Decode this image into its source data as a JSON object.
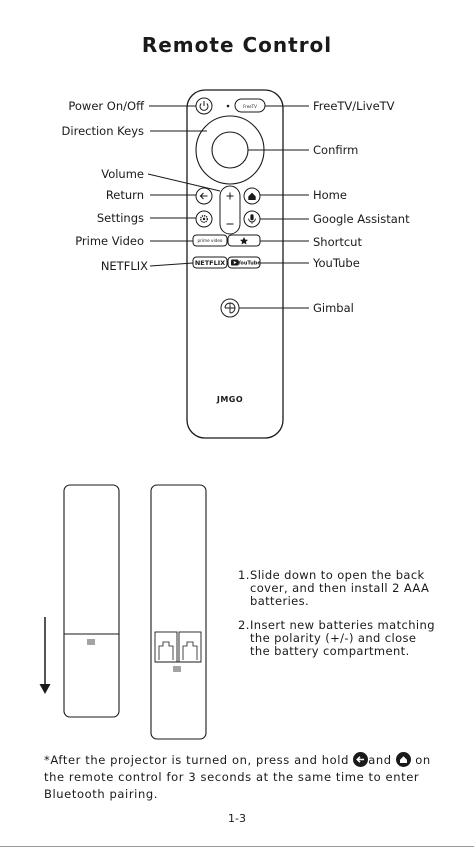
{
  "title": "Remote Control",
  "labels_left": {
    "power": "Power On/Off",
    "direction": "Direction Keys",
    "volume": "Volume",
    "return": "Return",
    "settings": "Settings",
    "prime": "Prime Video",
    "netflix": "NETFLIX"
  },
  "labels_right": {
    "freetv": "FreeTV/LiveTV",
    "confirm": "Confirm",
    "home": "Home",
    "assistant": "Google Assistant",
    "shortcut": "Shortcut",
    "youtube": "YouTube",
    "gimbal": "Gimbal"
  },
  "remote_text": {
    "brand": "JMGO",
    "netflix_btn": "NETFLIX",
    "youtube_btn": "YouTube",
    "prime_btn": "prime video",
    "freetv_btn": "FreeTV"
  },
  "steps": [
    {
      "num": "1.",
      "text": "Slide down to open the back cover, and then install 2 AAA batteries."
    },
    {
      "num": "2.",
      "text": "Insert new batteries matching the polarity (+/-) and close the battery compartment."
    }
  ],
  "note": {
    "part1": "*After the projector is turned on, press and hold ",
    "part2": "and ",
    "part3": " on the remote control for 3 seconds at the same time to enter Bluetooth pairing."
  },
  "page_number": "1-3"
}
